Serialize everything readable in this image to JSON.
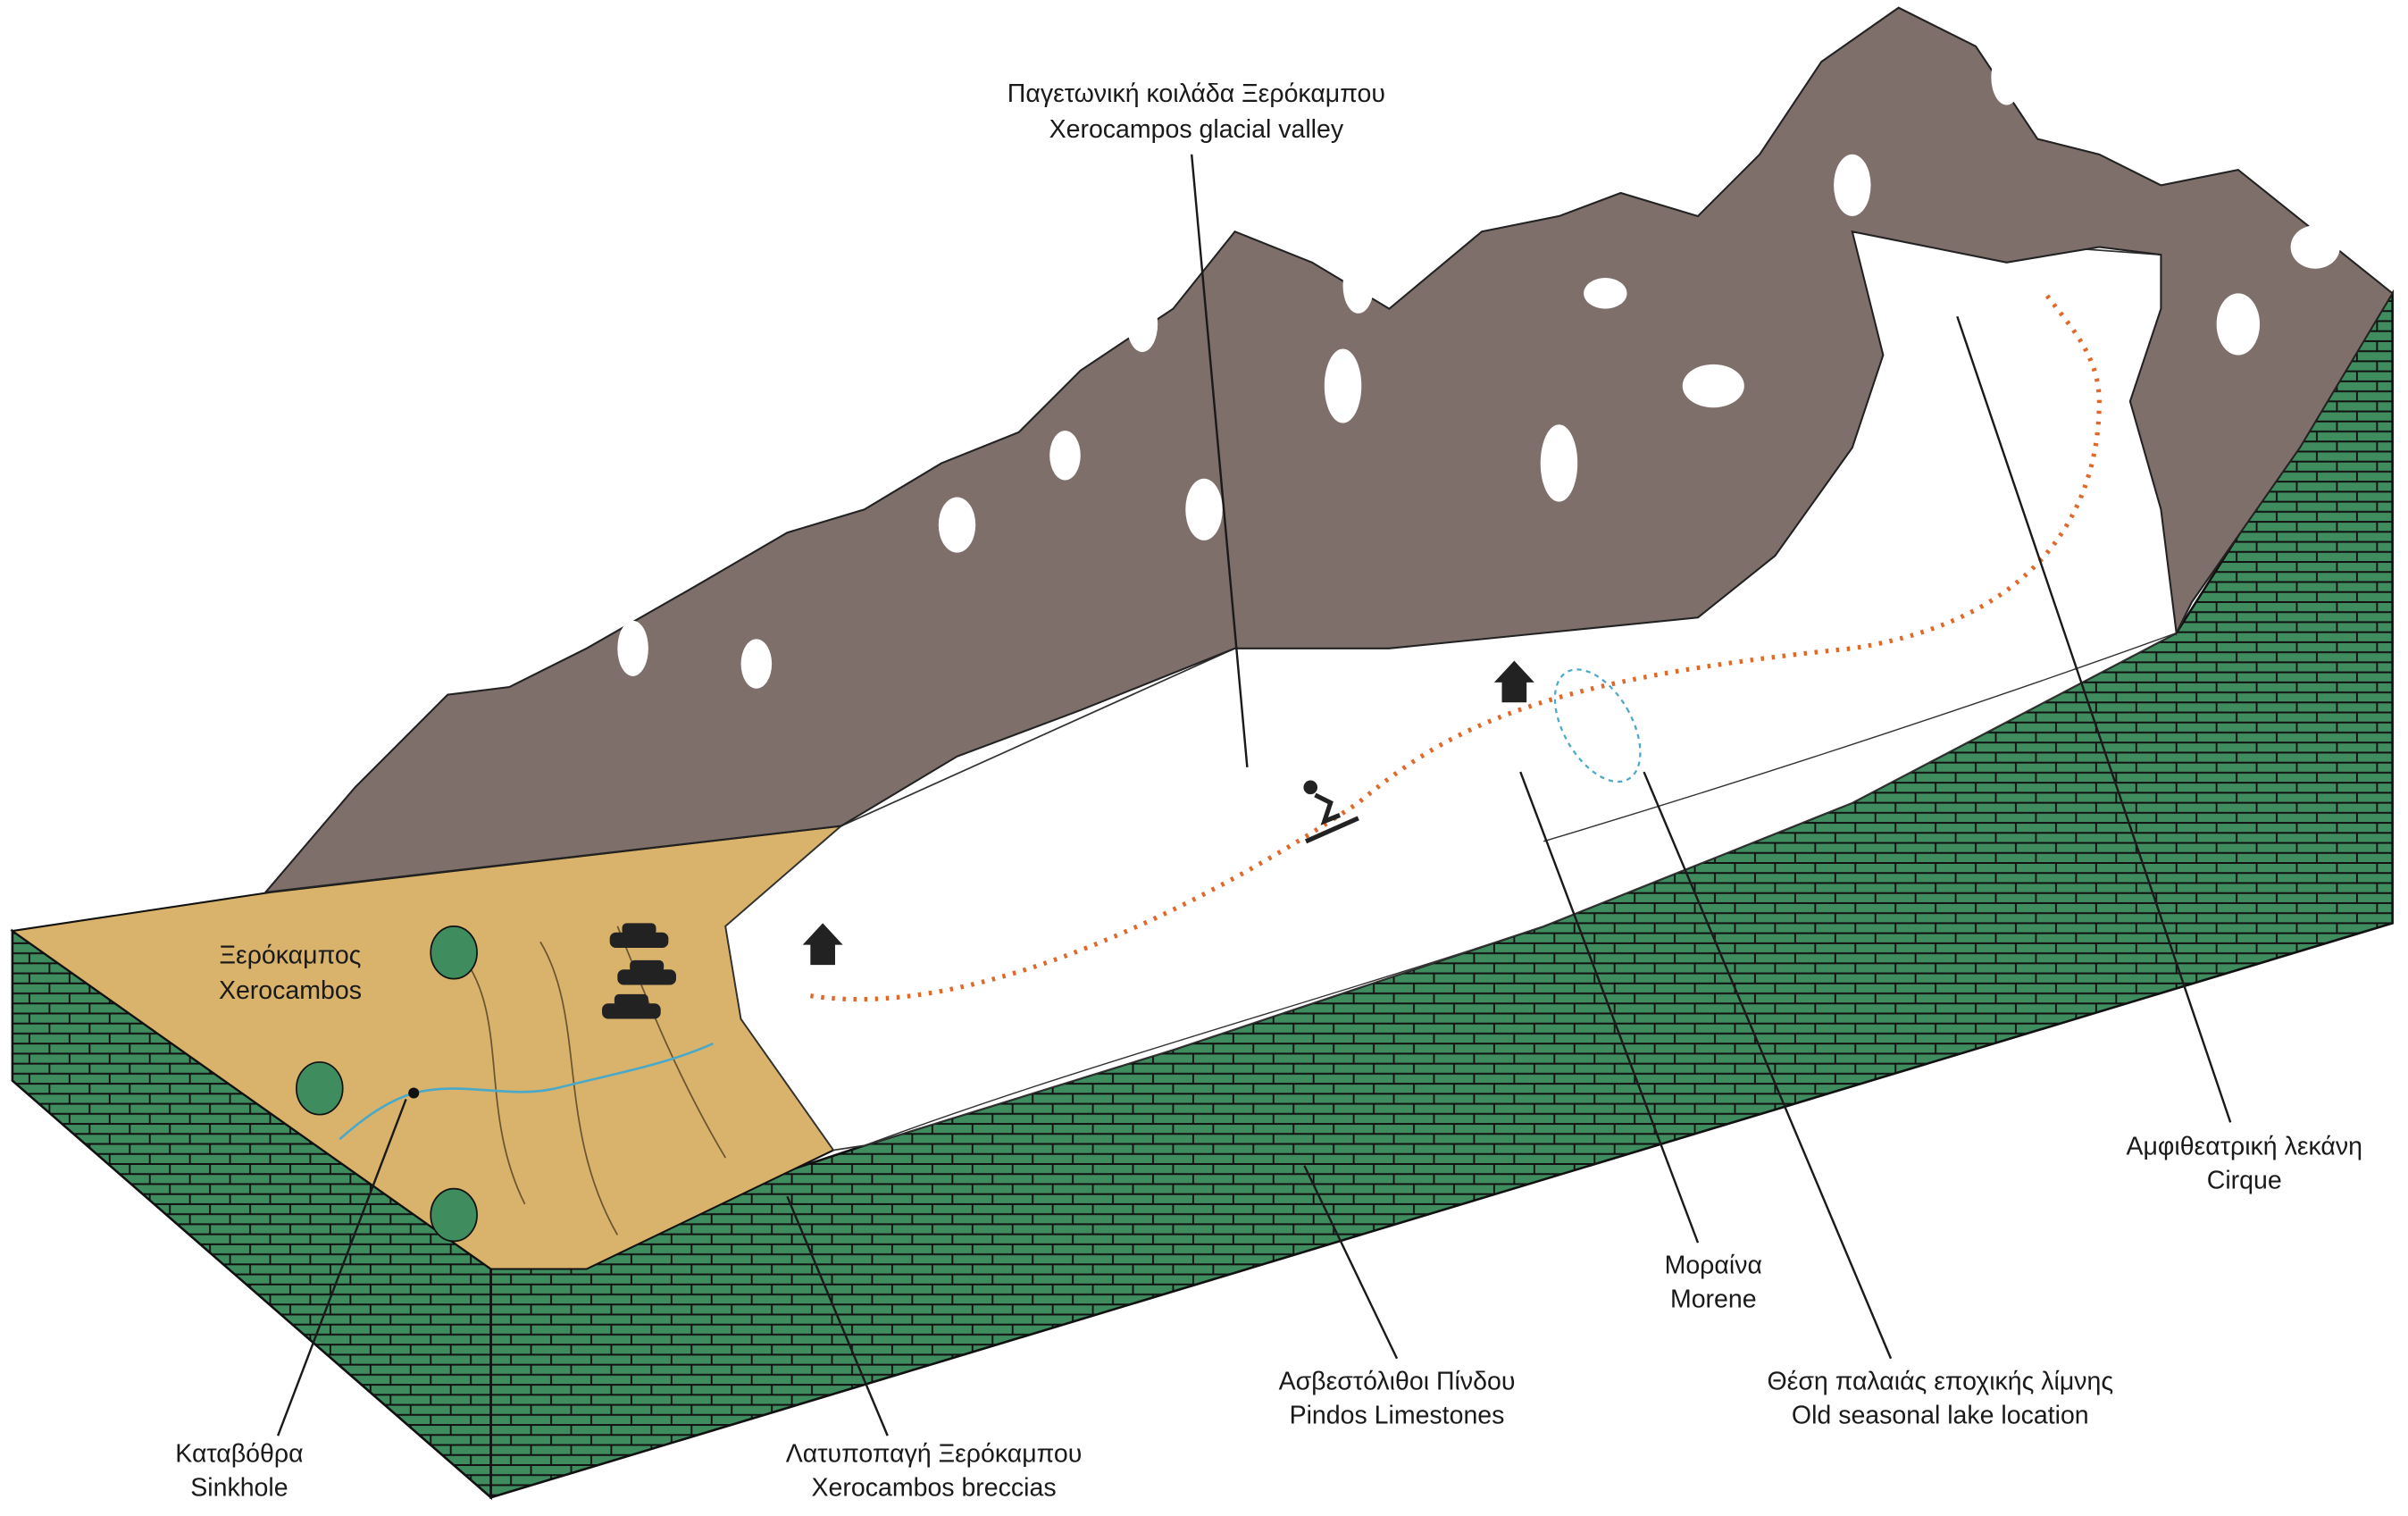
{
  "colors": {
    "limestone": "#3f8c5f",
    "sand": "#d9b26b",
    "mountain": "#7e6f6b",
    "snow": "#ffffff",
    "trail": "#e0692a",
    "lake": "#4aa8c8"
  },
  "labels": {
    "valley": {
      "el": "Παγετωνική κοιλάδα Ξερόκαμπου",
      "en": "Xerocampos glacial valley"
    },
    "xerocambos": {
      "el": "Ξερόκαμπος",
      "en": "Xerocambos"
    },
    "sinkhole": {
      "el": "Καταβόθρα",
      "en": "Sinkhole"
    },
    "breccias": {
      "el": "Λατυποπαγή Ξερόκαμπου",
      "en": "Xerocambos breccias"
    },
    "limestones": {
      "el": "Ασβεστόλιθοι Πίνδου",
      "en": "Pindos Limestones"
    },
    "moraine": {
      "el": "Μοραίνα",
      "en": "Morene"
    },
    "lake": {
      "el": "Θέση παλαιάς εποχικής λίμνης",
      "en": "Old seasonal lake location"
    },
    "cirque": {
      "el": "Αμφιθεατρική λεκάνη",
      "en": "Cirque"
    }
  },
  "icons": [
    "house-icon",
    "skier-icon",
    "car-icon"
  ]
}
